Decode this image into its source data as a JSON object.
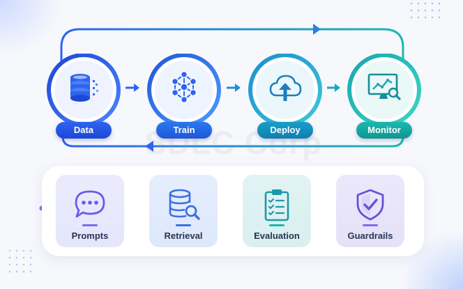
{
  "stages": [
    {
      "id": "data",
      "label": "Data",
      "icon": "database-icon"
    },
    {
      "id": "train",
      "label": "Train",
      "icon": "neural-network-icon"
    },
    {
      "id": "deploy",
      "label": "Deploy",
      "icon": "cloud-upload-icon"
    },
    {
      "id": "monitor",
      "label": "Monitor",
      "icon": "monitor-chart-icon"
    }
  ],
  "tools": [
    {
      "id": "prompts",
      "label": "Prompts",
      "icon": "chat-bubble-icon"
    },
    {
      "id": "retrieval",
      "label": "Retrieval",
      "icon": "database-search-icon"
    },
    {
      "id": "evaluation",
      "label": "Evaluation",
      "icon": "clipboard-checklist-icon"
    },
    {
      "id": "guardrails",
      "label": "Guardrails",
      "icon": "shield-check-icon"
    }
  ],
  "watermark": "SDLC Corp",
  "colors": {
    "blue": "#2f64f0",
    "teal": "#1cb8b0",
    "purple": "#7c6cf0",
    "background": "#f7f8fc"
  }
}
